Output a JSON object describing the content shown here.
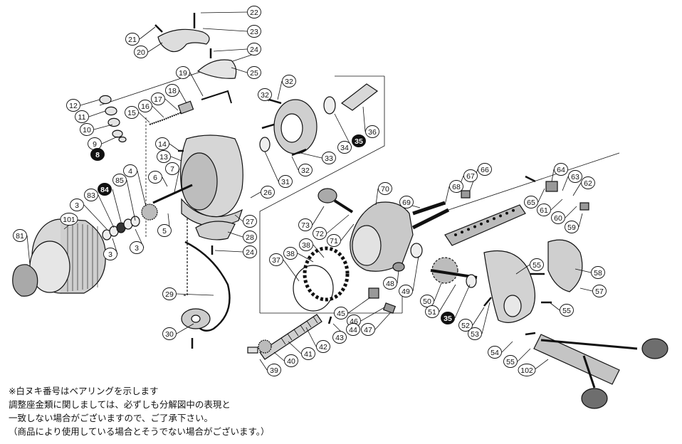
{
  "diagram": {
    "part_labels": [
      {
        "num": "22",
        "filled": false
      },
      {
        "num": "23",
        "filled": false
      },
      {
        "num": "21",
        "filled": false
      },
      {
        "num": "20",
        "filled": false
      },
      {
        "num": "24",
        "filled": false
      },
      {
        "num": "25",
        "filled": false
      },
      {
        "num": "19",
        "filled": false
      },
      {
        "num": "32",
        "filled": false
      },
      {
        "num": "32",
        "filled": false
      },
      {
        "num": "12",
        "filled": false
      },
      {
        "num": "17",
        "filled": false
      },
      {
        "num": "18",
        "filled": false
      },
      {
        "num": "16",
        "filled": false
      },
      {
        "num": "15",
        "filled": false
      },
      {
        "num": "11",
        "filled": false
      },
      {
        "num": "10",
        "filled": false
      },
      {
        "num": "9",
        "filled": false
      },
      {
        "num": "8",
        "filled": true
      },
      {
        "num": "14",
        "filled": false
      },
      {
        "num": "13",
        "filled": false
      },
      {
        "num": "34",
        "filled": false
      },
      {
        "num": "35",
        "filled": true
      },
      {
        "num": "36",
        "filled": false
      },
      {
        "num": "33",
        "filled": false
      },
      {
        "num": "32",
        "filled": false
      },
      {
        "num": "31",
        "filled": false
      },
      {
        "num": "4",
        "filled": false
      },
      {
        "num": "6",
        "filled": false
      },
      {
        "num": "7",
        "filled": false
      },
      {
        "num": "84",
        "filled": true
      },
      {
        "num": "85",
        "filled": false
      },
      {
        "num": "83",
        "filled": false
      },
      {
        "num": "26",
        "filled": false
      },
      {
        "num": "3",
        "filled": false
      },
      {
        "num": "27",
        "filled": false
      },
      {
        "num": "101",
        "filled": false
      },
      {
        "num": "5",
        "filled": false
      },
      {
        "num": "81",
        "filled": false
      },
      {
        "num": "28",
        "filled": false
      },
      {
        "num": "3",
        "filled": false
      },
      {
        "num": "3",
        "filled": false
      },
      {
        "num": "24",
        "filled": false
      },
      {
        "num": "70",
        "filled": false
      },
      {
        "num": "66",
        "filled": false
      },
      {
        "num": "67",
        "filled": false
      },
      {
        "num": "68",
        "filled": false
      },
      {
        "num": "69",
        "filled": false
      },
      {
        "num": "64",
        "filled": false
      },
      {
        "num": "63",
        "filled": false
      },
      {
        "num": "62",
        "filled": false
      },
      {
        "num": "65",
        "filled": false
      },
      {
        "num": "61",
        "filled": false
      },
      {
        "num": "60",
        "filled": false
      },
      {
        "num": "59",
        "filled": false
      },
      {
        "num": "73",
        "filled": false
      },
      {
        "num": "72",
        "filled": false
      },
      {
        "num": "71",
        "filled": false
      },
      {
        "num": "38",
        "filled": false
      },
      {
        "num": "38",
        "filled": false
      },
      {
        "num": "37",
        "filled": false
      },
      {
        "num": "29",
        "filled": false
      },
      {
        "num": "48",
        "filled": false
      },
      {
        "num": "49",
        "filled": false
      },
      {
        "num": "50",
        "filled": false
      },
      {
        "num": "51",
        "filled": false
      },
      {
        "num": "55",
        "filled": false
      },
      {
        "num": "58",
        "filled": false
      },
      {
        "num": "57",
        "filled": false
      },
      {
        "num": "55",
        "filled": false
      },
      {
        "num": "45",
        "filled": false
      },
      {
        "num": "46",
        "filled": false
      },
      {
        "num": "47",
        "filled": false
      },
      {
        "num": "44",
        "filled": false
      },
      {
        "num": "43",
        "filled": false
      },
      {
        "num": "35",
        "filled": true
      },
      {
        "num": "52",
        "filled": false
      },
      {
        "num": "53",
        "filled": false
      },
      {
        "num": "30",
        "filled": false
      },
      {
        "num": "42",
        "filled": false
      },
      {
        "num": "41",
        "filled": false
      },
      {
        "num": "40",
        "filled": false
      },
      {
        "num": "39",
        "filled": false
      },
      {
        "num": "54",
        "filled": false
      },
      {
        "num": "55",
        "filled": false
      },
      {
        "num": "102",
        "filled": false
      }
    ]
  },
  "notes": {
    "line1": "※白ヌキ番号はベアリングを示します",
    "line2": "調整座金類に関しましては、必ずしも分解図中の表現と",
    "line3": "一致しない場合がございますので、ご了承下さい。",
    "line4": "（商品により使用している場合とそうでない場合がございます。）"
  },
  "colors": {
    "line": "#111111",
    "filled_label": "#111111",
    "label_text": "#111111",
    "shade": "#8a8a8a"
  }
}
